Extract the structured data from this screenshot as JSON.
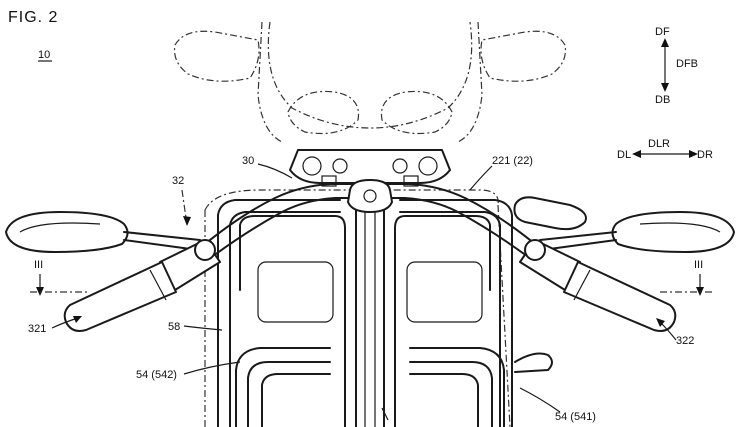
{
  "figure": {
    "title": "FIG. 2",
    "ref_number": "10"
  },
  "direction_vertical": {
    "top": "DF",
    "middle": "DFB",
    "bottom": "DB"
  },
  "direction_horizontal": {
    "left": "DL",
    "middle": "DLR",
    "right": "DR"
  },
  "labels": {
    "handlebar": "30",
    "cover": "221 (22)",
    "left_mirror": "32",
    "section_left": "III",
    "section_right": "III",
    "left_grip": "321",
    "right_grip": "322",
    "frame_left": "58",
    "tank_left": "54 (542)",
    "tank_right": "54 (541)"
  }
}
